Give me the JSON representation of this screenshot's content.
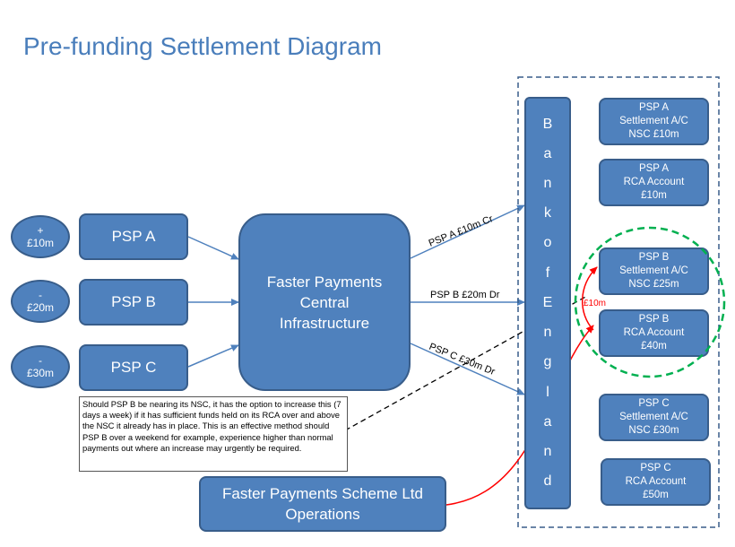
{
  "title": "Pre-funding Settlement Diagram",
  "ovals": [
    {
      "sign": "+",
      "amount": "£10m"
    },
    {
      "sign": "-",
      "amount": "£20m"
    },
    {
      "sign": "-",
      "amount": "£30m"
    }
  ],
  "psps": [
    "PSP A",
    "PSP B",
    "PSP C"
  ],
  "central": [
    "Faster Payments",
    "Central",
    "Infrastructure"
  ],
  "operations": [
    "Faster Payments Scheme Ltd",
    "Operations"
  ],
  "bank_of_england_letters": [
    "B",
    "a",
    "n",
    "k",
    "o",
    "f",
    "E",
    "n",
    "g",
    "l",
    "a",
    "n",
    "d"
  ],
  "flows": {
    "psp_a": "PSP A £10m Cr",
    "psp_b": "PSP B £20m Dr",
    "psp_c": "PSP C £30m Dr",
    "transfer": "£10m"
  },
  "boe_accounts": [
    {
      "line1": "PSP A",
      "line2": "Settlement A/C",
      "line3": "NSC £10m"
    },
    {
      "line1": "PSP A",
      "line2": "RCA Account",
      "line3": "£10m"
    },
    {
      "line1": "PSP B",
      "line2": "Settlement A/C",
      "line3": "NSC £25m"
    },
    {
      "line1": "PSP B",
      "line2": "RCA Account",
      "line3": "£40m"
    },
    {
      "line1": "PSP C",
      "line2": "Settlement A/C",
      "line3": "NSC £30m"
    },
    {
      "line1": "PSP C",
      "line2": "RCA Account",
      "line3": "£50m"
    }
  ],
  "note": "Should PSP B be nearing its NSC, it has the option to increase this (7 days a week) if it has sufficient funds held on its RCA over and above the NSC it already has in place.  This is an effective method should PSP B over a weekend for example, experience higher than normal payments out where an increase may urgently be required.",
  "colors": {
    "box_fill": "#4f81bd",
    "box_border": "#385d8a",
    "title": "#4a7ebb",
    "highlight_ring": "#00b050",
    "transfer_arrow": "#ff0000"
  }
}
